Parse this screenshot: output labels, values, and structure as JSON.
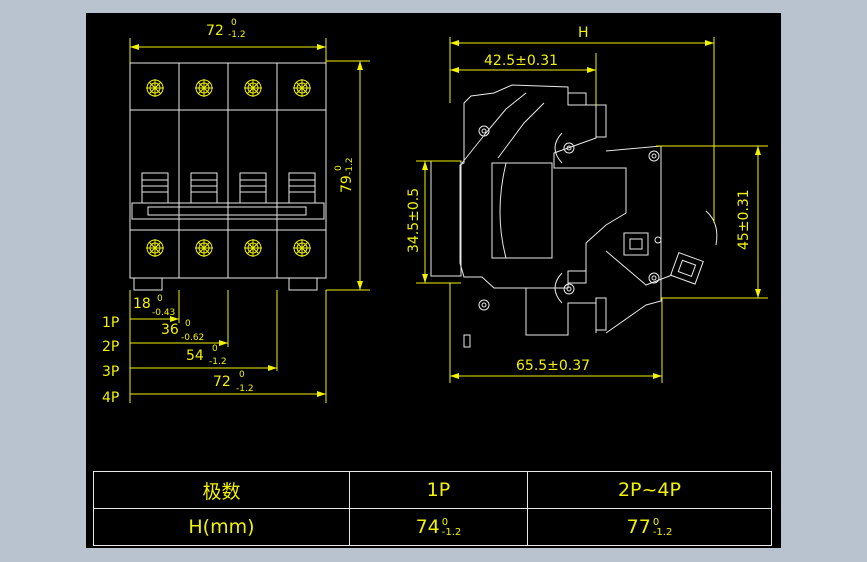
{
  "front_view": {
    "width_top": {
      "value": "72",
      "upper": "0",
      "lower": "-1.2"
    },
    "height_right": {
      "value": "79",
      "upper": "0",
      "lower": "-1.2"
    },
    "pole_widths": [
      {
        "value": "18",
        "upper": "0",
        "lower": "-0.43"
      },
      {
        "value": "36",
        "upper": "0",
        "lower": "-0.62"
      },
      {
        "value": "54",
        "upper": "0",
        "lower": "-1.2"
      },
      {
        "value": "72",
        "upper": "0",
        "lower": "-1.2"
      }
    ],
    "pole_labels": [
      "1P",
      "2P",
      "3P",
      "4P"
    ]
  },
  "side_view": {
    "overall": "H",
    "rail_offset": "42.5±0.31",
    "rail_height": "34.5±0.5",
    "front_height": "45±0.31",
    "depth": "65.5±0.37"
  },
  "table": {
    "header": {
      "label": "极数",
      "col1": "1P",
      "col2": "2P~4P"
    },
    "row": {
      "label": "H(mm)",
      "col1": {
        "value": "74",
        "upper": "0",
        "lower": "-1.2"
      },
      "col2": {
        "value": "77",
        "upper": "0",
        "lower": "-1.2"
      }
    }
  },
  "colors": {
    "background": "#000000",
    "line": "#f2f200",
    "border": "#e8e8e8",
    "outer": "#b9c3cf"
  }
}
